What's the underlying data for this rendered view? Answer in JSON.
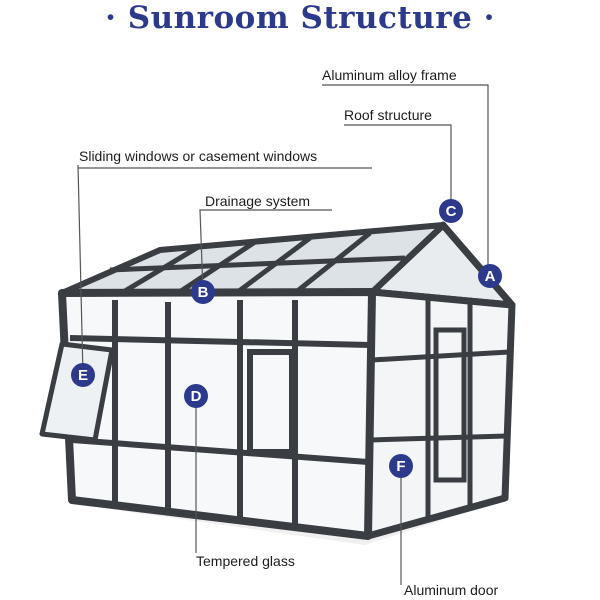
{
  "title": "· Sunroom Structure ·",
  "callouts": [
    {
      "letter": "A",
      "label": "Aluminum alloy frame"
    },
    {
      "letter": "C",
      "label": "Roof structure"
    },
    {
      "letter": "E",
      "label": "Sliding windows or casement windows"
    },
    {
      "letter": "B",
      "label": "Drainage system"
    },
    {
      "letter": "D",
      "label": "Tempered glass"
    },
    {
      "letter": "F",
      "label": "Aluminum door"
    }
  ],
  "colors": {
    "title": "#2d3a8c",
    "badge": "#2d3a8c",
    "frame": "#3a3d42",
    "glass": "#eef1f4",
    "leader": "#555555"
  }
}
